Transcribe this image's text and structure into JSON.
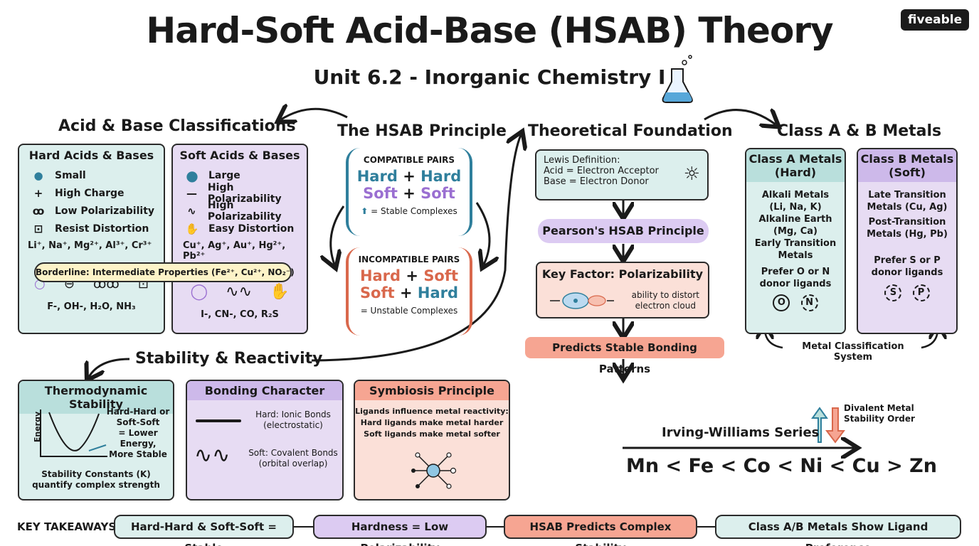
{
  "header": {
    "title": "Hard-Soft Acid-Base (HSAB) Theory",
    "subtitle": "Unit 6.2 - Inorganic Chemistry I",
    "logo": "fiveable"
  },
  "classifications": {
    "heading": "Acid & Base Classifications",
    "hard": {
      "title": "Hard Acids & Bases",
      "props": [
        "Small",
        "High Charge",
        "Low Polarizability",
        "Resist Distortion"
      ],
      "ions": "Li⁺, Na⁺, Mg²⁺, Al³⁺, Cr³⁺",
      "bases": "F-, OH-, H₂O, NH₃"
    },
    "soft": {
      "title": "Soft Acids & Bases",
      "props": [
        "Large",
        "High Polarizability",
        "High Polarizability",
        "Easy Distortion"
      ],
      "ions": "Cu⁺, Ag⁺, Au⁺, Hg²⁺, Pb²⁺",
      "bases": "I-, CN-, CO, R₂S"
    },
    "borderline": "Borderline: Intermediate Properties (Fe²⁺, Cu²⁺, NO₂⁻)"
  },
  "principle": {
    "heading": "The HSAB Principle",
    "compatible": {
      "label": "COMPATIBLE PAIRS",
      "pair1": [
        "Hard",
        "+",
        "Hard"
      ],
      "pair2": [
        "Soft",
        "+",
        "Soft"
      ],
      "note": "= Stable Complexes"
    },
    "incompatible": {
      "label": "INCOMPATIBLE PAIRS",
      "pair1": [
        "Hard",
        "+",
        "Soft"
      ],
      "pair2": [
        "Soft",
        "+",
        "Hard"
      ],
      "note": "= Unstable Complexes"
    }
  },
  "foundation": {
    "heading": "Theoretical Foundation",
    "lewis": [
      "Lewis Definition:",
      "Acid = Electron Acceptor",
      "Base = Electron Donor"
    ],
    "pearson": "Pearson's HSAB Principle",
    "key_factor": "Key Factor: Polarizability",
    "key_note": [
      "ability to distort",
      "electron cloud"
    ],
    "predicts": "Predicts Stable Bonding Patterns"
  },
  "metals": {
    "heading": "Class A & B Metals",
    "class_a": {
      "title": [
        "Class A Metals",
        "(Hard)"
      ],
      "lines": [
        "Alkali Metals",
        "(Li, Na, K)",
        "Alkaline Earth",
        "(Mg, Ca)",
        "Early Transition",
        "Metals",
        "Prefer O or N",
        "donor ligands"
      ],
      "atoms": [
        "O",
        "N"
      ]
    },
    "class_b": {
      "title": [
        "Class B Metals",
        "(Soft)"
      ],
      "lines": [
        "Late Transition",
        "Metals (Cu, Ag)",
        "Post-Transition",
        "Metals (Hg, Pb)",
        "Prefer S or P",
        "donor ligands"
      ],
      "atoms": [
        "S",
        "P"
      ]
    },
    "system": "Metal Classification System"
  },
  "stability": {
    "heading": "Stability & Reactivity",
    "thermo": {
      "title": "Thermodynamic Stability",
      "axis": "Energy",
      "note": [
        "Hard-Hard or",
        "Soft-Soft",
        "= Lower Energy,",
        "More Stable"
      ],
      "footer": [
        "Stability Constants (K)",
        "quantify complex strength"
      ]
    },
    "bonding": {
      "title": "Bonding Character",
      "hard": [
        "Hard: Ionic Bonds",
        "(electrostatic)"
      ],
      "soft": [
        "Soft: Covalent Bonds",
        "(orbital overlap)"
      ]
    },
    "symbiosis": {
      "title": "Symbiosis Principle",
      "lines": [
        "Ligands influence metal reactivity:",
        "Hard ligands make metal harder",
        "Soft ligands make metal softer"
      ]
    }
  },
  "irving": {
    "label": "Irving-Williams Series",
    "series": "Mn < Fe < Co < Ni < Cu > Zn",
    "note": [
      "Divalent Metal",
      "Stability Order"
    ]
  },
  "takeaways": {
    "label": "KEY TAKEAWAYS",
    "items": [
      "Hard-Hard & Soft-Soft = Stable",
      "Hardness = Low Polarizability",
      "HSAB Predicts Complex Stability",
      "Class A/B Metals Show Ligand Preference"
    ]
  },
  "colors": {
    "teal": "#dcefed",
    "lavender": "#e7dcf3",
    "salmon": "#f6a592",
    "hard_blue": "#2f7f9c",
    "soft_purple": "#9a6fd1"
  }
}
